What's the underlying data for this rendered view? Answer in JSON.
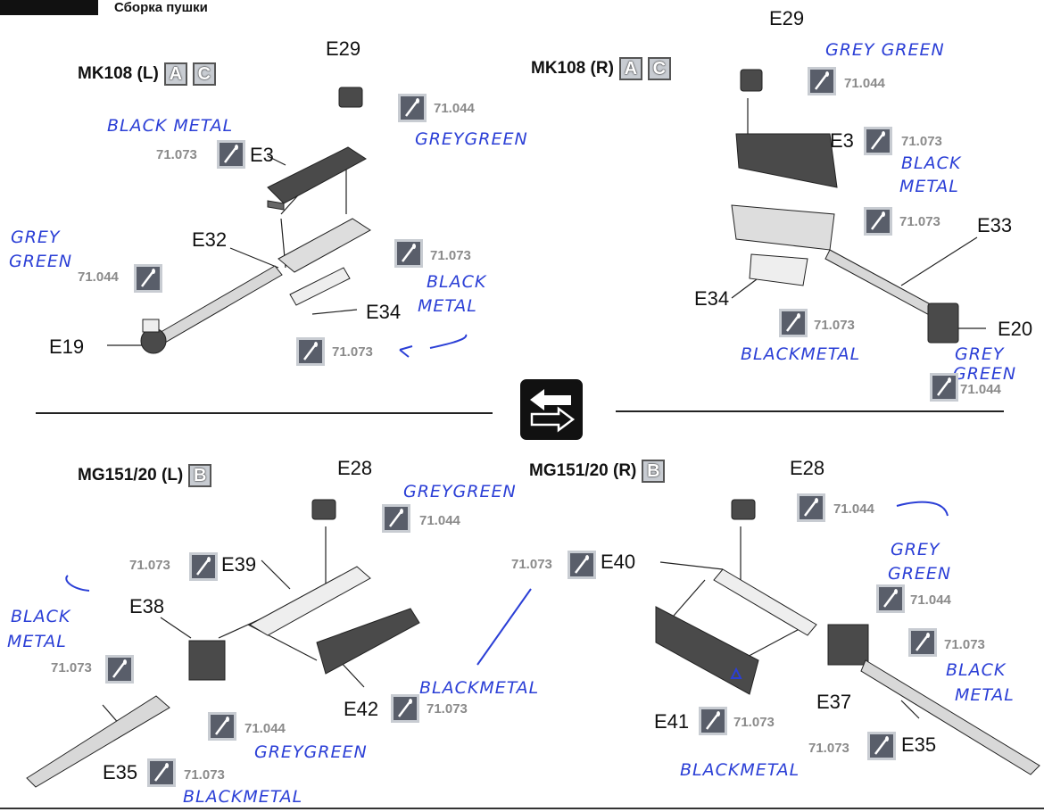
{
  "header": {
    "title": "Сборка пушки"
  },
  "sections": {
    "mk108_l": {
      "title": "MK108 (L)",
      "badges": [
        "A",
        "C"
      ]
    },
    "mk108_r": {
      "title": "MK108 (R)",
      "badges": [
        "A",
        "C"
      ]
    },
    "mg151_l": {
      "title": "MG151/20 (L)",
      "badges": [
        "B"
      ]
    },
    "mg151_r": {
      "title": "MG151/20 (R)",
      "badges": [
        "B"
      ]
    }
  },
  "parts": {
    "e29_l": "E29",
    "e3_l": "E3",
    "e32": "E32",
    "e34_l": "E34",
    "e19": "E19",
    "e29_r": "E29",
    "e3_r": "E3",
    "e33": "E33",
    "e34_r": "E34",
    "e20": "E20",
    "e28_l": "E28",
    "e39": "E39",
    "e38": "E38",
    "e42": "E42",
    "e35_l": "E35",
    "e28_r": "E28",
    "e40": "E40",
    "e41": "E41",
    "e37": "E37",
    "e35_r": "E35"
  },
  "paints": {
    "p1": "71.044",
    "p2": "71.073",
    "p3": "71.044",
    "p4": "71.073",
    "p5": "71.073",
    "p6": "71.044",
    "p7": "71.073",
    "p8": "71.073",
    "p9": "71.073",
    "p10": "71.044",
    "p11": "71.044",
    "p12": "71.073",
    "p13": "71.073",
    "p14": "71.044",
    "p15": "71.073",
    "p16": "71.073",
    "p17": "71.044",
    "p18": "71.073",
    "p19": "71.044",
    "p20": "71.073",
    "p21": "71.073",
    "p22": "71.073"
  },
  "notes": {
    "n1": "BLACK METAL",
    "n2": "GREYGREEN",
    "n3": "GREY",
    "n4": "GREEN",
    "n5": "BLACK",
    "n6": "METAL",
    "n7": "GREY GREEN",
    "n8": "BLACK",
    "n9": "METAL",
    "n10": "BLACKMETAL",
    "n11": "GREY",
    "n12": "GREEN",
    "n13": "GREYGREEN",
    "n14": "BLACK",
    "n15": "METAL",
    "n16": "GREYGREEN",
    "n17": "BLACKMETAL",
    "n18": "BLACKMETAL",
    "n19": "GREY",
    "n20": "GREEN",
    "n21": "BLACK",
    "n22": "METAL",
    "n23": "BLACKMETAL"
  },
  "colors": {
    "ink": "#2b3fd6",
    "paint_box": "#595e6a",
    "code_grey": "#8a8a8a"
  }
}
